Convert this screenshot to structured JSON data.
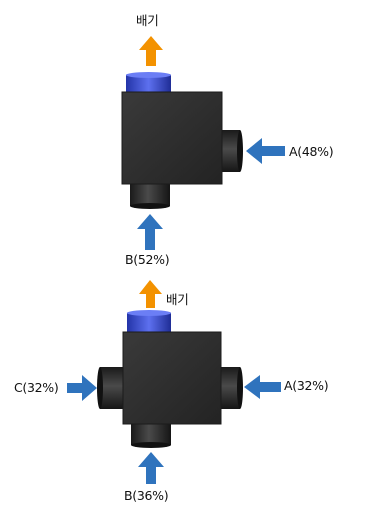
{
  "diagram_top": {
    "exhaust_label": "배기",
    "inlet_a_label": "A(48%)",
    "inlet_b_label": "B(52%)"
  },
  "diagram_bottom": {
    "exhaust_label": "배기",
    "inlet_a_label": "A(32%)",
    "inlet_b_label": "B(36%)",
    "inlet_c_label": "C(32%)"
  },
  "colors": {
    "exhaust_arrow": "#f39200",
    "inlet_arrow": "#2f73bd",
    "body": "#2b2b2b",
    "outlet_cap": "#3346c8"
  }
}
